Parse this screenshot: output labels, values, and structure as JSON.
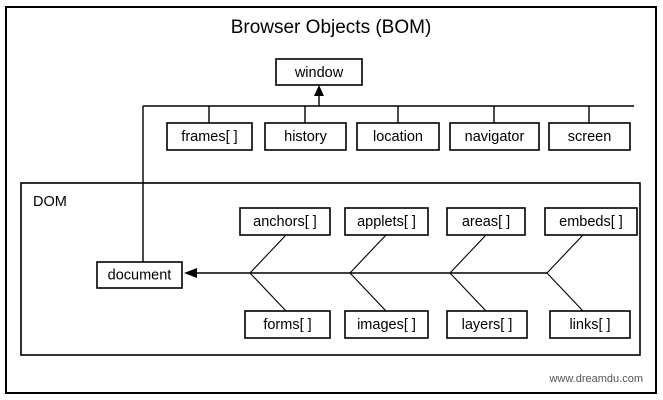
{
  "diagram": {
    "title": "Browser Objects (BOM)",
    "footer": "www.dreamdu.com",
    "dom_label": "DOM",
    "colors": {
      "stroke": "#000000",
      "background": "#ffffff",
      "footer_text": "#555555"
    },
    "root": {
      "label": "window"
    },
    "bom_nodes": [
      {
        "label": "frames[ ]"
      },
      {
        "label": "history"
      },
      {
        "label": "location"
      },
      {
        "label": "navigator"
      },
      {
        "label": "screen"
      }
    ],
    "document_node": {
      "label": "document"
    },
    "dom_nodes_top": [
      {
        "label": "anchors[ ]"
      },
      {
        "label": "applets[ ]"
      },
      {
        "label": "areas[ ]"
      },
      {
        "label": "embeds[ ]"
      }
    ],
    "dom_nodes_bottom": [
      {
        "label": "forms[ ]"
      },
      {
        "label": "images[ ]"
      },
      {
        "label": "layers[ ]"
      },
      {
        "label": "links[ ]"
      }
    ]
  }
}
